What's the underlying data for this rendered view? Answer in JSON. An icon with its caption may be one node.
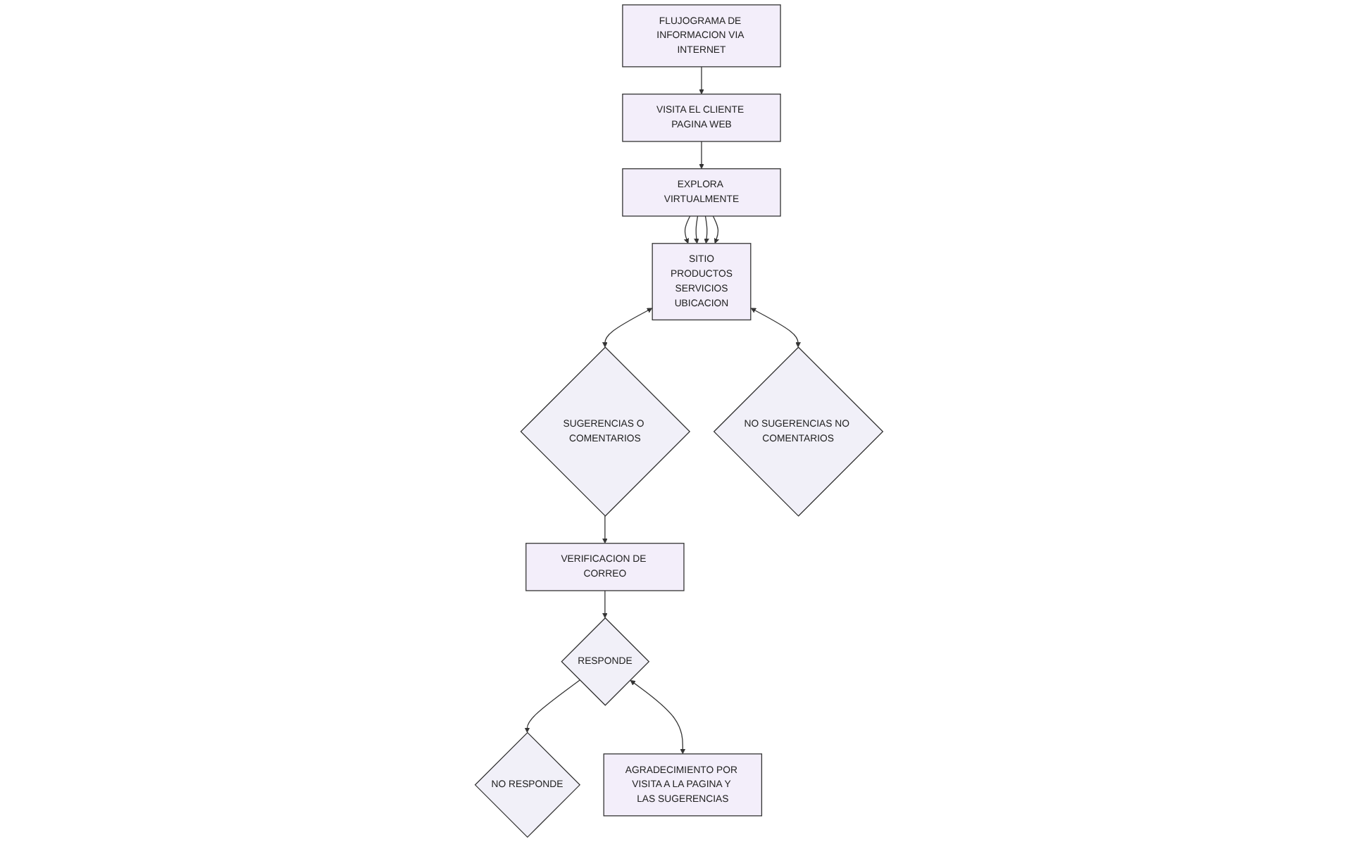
{
  "diagram": {
    "nodes": [
      {
        "text": [
          "FLUJOGRAMA DE INFORMACION VIA INTERNET"
        ]
      },
      {
        "text": [
          "VISITA EL CLIENTE PAGINA WEB"
        ]
      },
      {
        "text": [
          "EXPLORA VIRTUALMENTE"
        ]
      },
      {
        "text": [
          "SITIO",
          "PRODUCTOS",
          "SERVICIOS",
          "UBICACION"
        ]
      },
      {
        "text": [
          "SUGERENCIAS O COMENTARIOS"
        ]
      },
      {
        "text": [
          "NO SUGERENCIAS NO COMENTARIOS"
        ]
      },
      {
        "text": [
          "VERIFICACION DE CORREO"
        ]
      },
      {
        "text": [
          "RESPONDE"
        ]
      },
      {
        "text": [
          "NO RESPONDE"
        ]
      },
      {
        "text": [
          "AGRADECIMIENTO POR VISITA A LA PAGINA Y LAS SUGERENCIAS"
        ]
      }
    ],
    "edges": [
      {
        "from": 0,
        "to": 1,
        "arrow": "to"
      },
      {
        "from": 1,
        "to": 2,
        "arrow": "to"
      },
      {
        "from": 2,
        "to": 3,
        "arrow": "to"
      },
      {
        "from": 2,
        "to": 3,
        "arrow": "to"
      },
      {
        "from": 2,
        "to": 3,
        "arrow": "to"
      },
      {
        "from": 2,
        "to": 3,
        "arrow": "to"
      },
      {
        "from": 3,
        "to": 4,
        "arrow": "both"
      },
      {
        "from": 3,
        "to": 5,
        "arrow": "both"
      },
      {
        "from": 4,
        "to": 6,
        "arrow": "to"
      },
      {
        "from": 6,
        "to": 7,
        "arrow": "to"
      },
      {
        "from": 7,
        "to": 8,
        "arrow": "to"
      },
      {
        "from": 7,
        "to": 9,
        "arrow": "both"
      }
    ]
  }
}
